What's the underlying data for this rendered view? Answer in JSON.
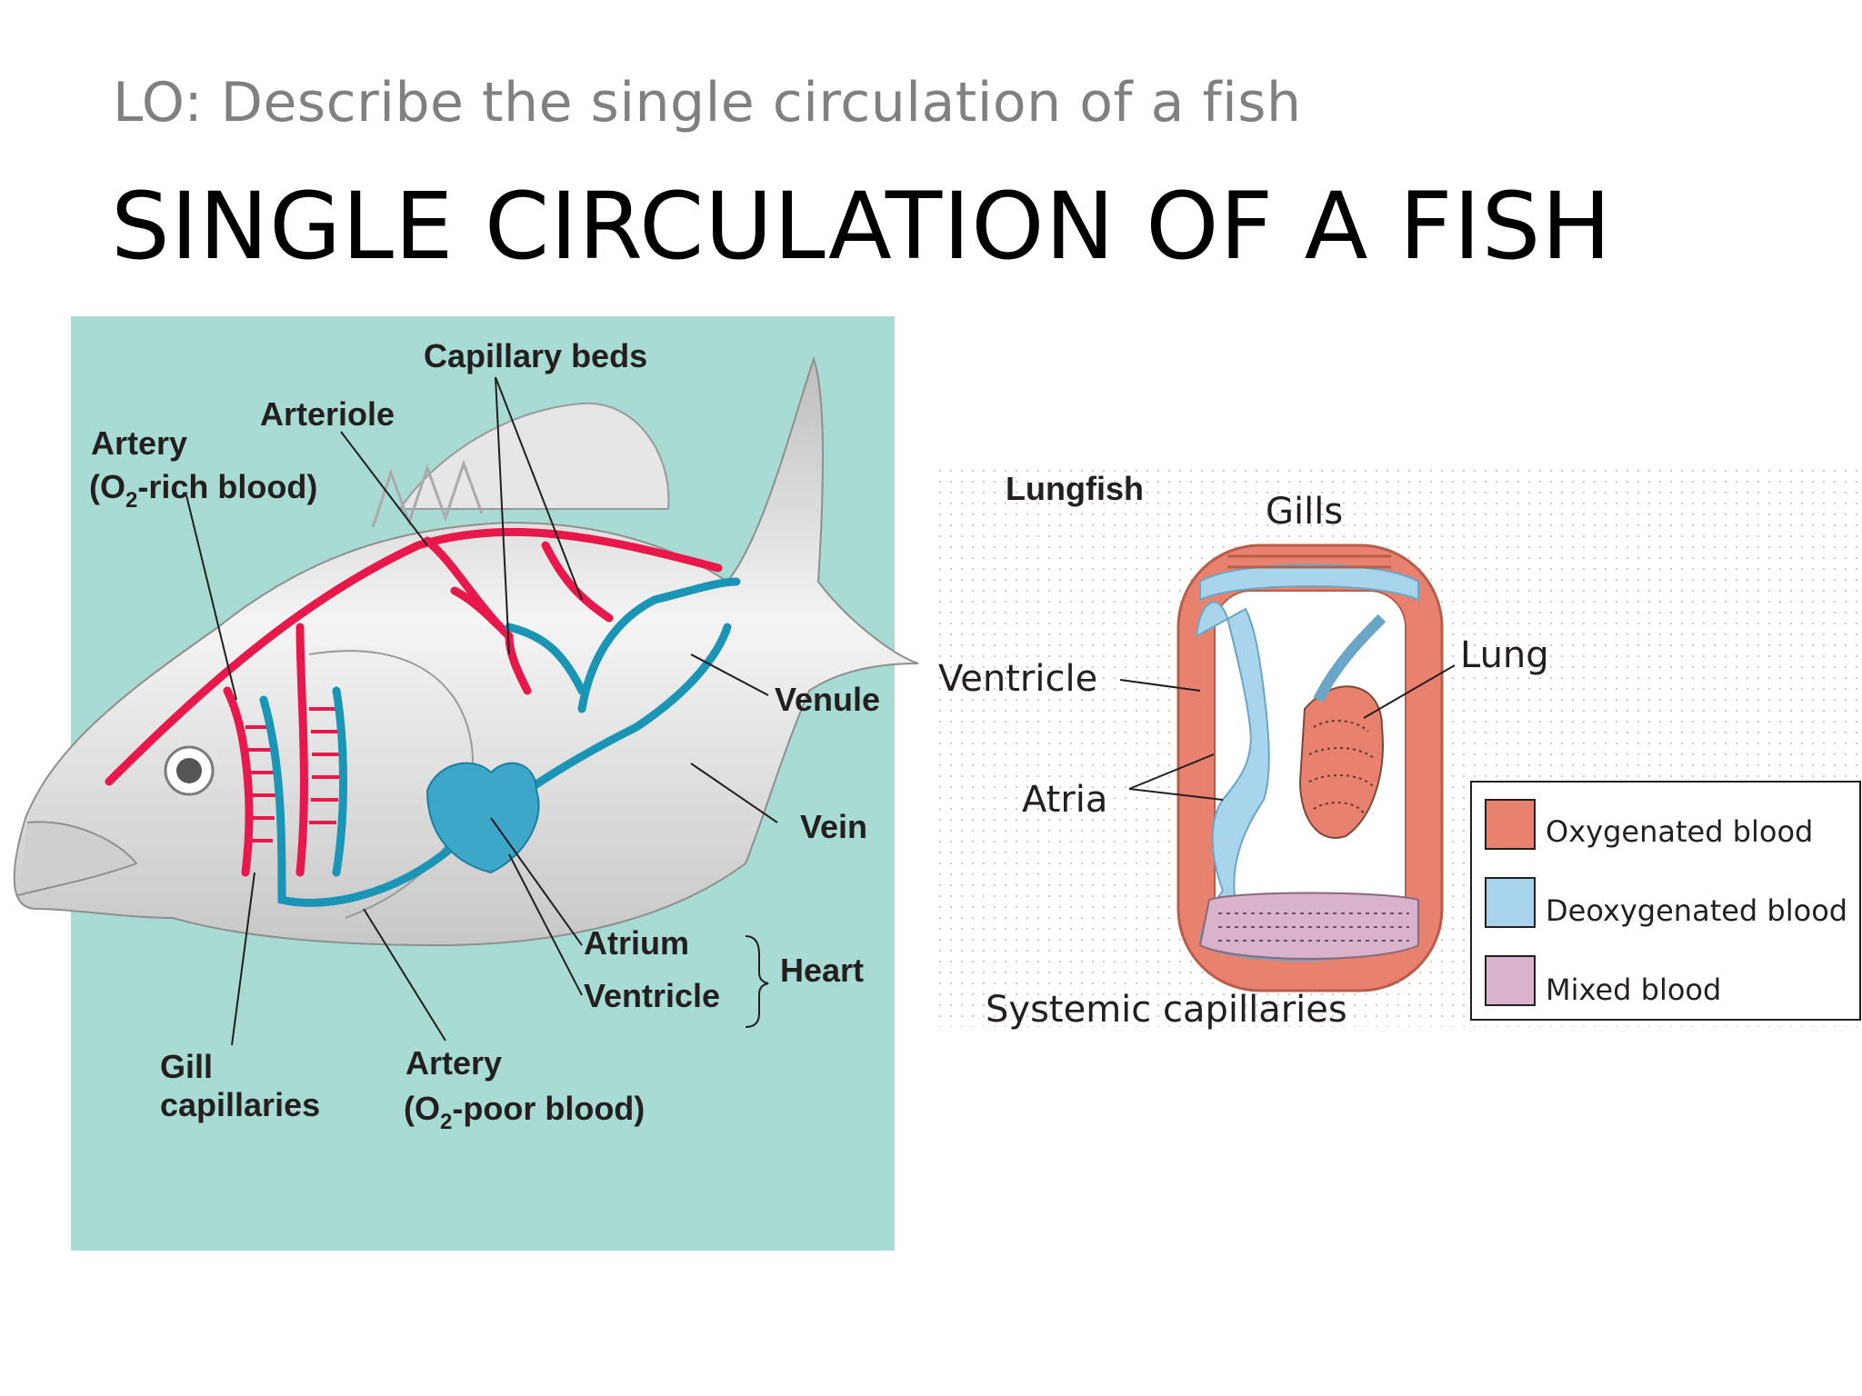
{
  "slide": {
    "objective": "LO: Describe the single circulation of a fish",
    "title": "SINGLE CIRCULATION OF A FISH"
  },
  "fish_diagram": {
    "capillary_beds": "Capillary beds",
    "arteriole": "Arteriole",
    "artery_rich_line1": "Artery",
    "artery_rich_line2_a": "(O",
    "artery_rich_sub": "2",
    "artery_rich_line2_b": "-rich blood)",
    "venule": "Venule",
    "vein": "Vein",
    "atrium": "Atrium",
    "ventricle": "Ventricle",
    "heart": "Heart",
    "gill_line1": "Gill",
    "gill_line2": "capillaries",
    "artery_poor_line1": "Artery",
    "artery_poor_line2_a": "(O",
    "artery_poor_sub": "2",
    "artery_poor_line2_b": "-poor blood)"
  },
  "lungfish_diagram": {
    "title": "Lungfish",
    "gills": "Gills",
    "lung": "Lung",
    "ventricle": "Ventricle",
    "atria": "Atria",
    "systemic_capillaries": "Systemic capillaries"
  },
  "legend": {
    "items": [
      {
        "label": "Oxygenated blood",
        "color": "#e8826e"
      },
      {
        "label": "Deoxygenated blood",
        "color": "#a8d4ec"
      },
      {
        "label": "Mixed blood",
        "color": "#d9b3cc"
      }
    ]
  },
  "colors": {
    "background_panel": "#a8dbd3",
    "oxygenated_vessel": "#e8194a",
    "deoxygenated_vessel": "#1b95b5"
  }
}
